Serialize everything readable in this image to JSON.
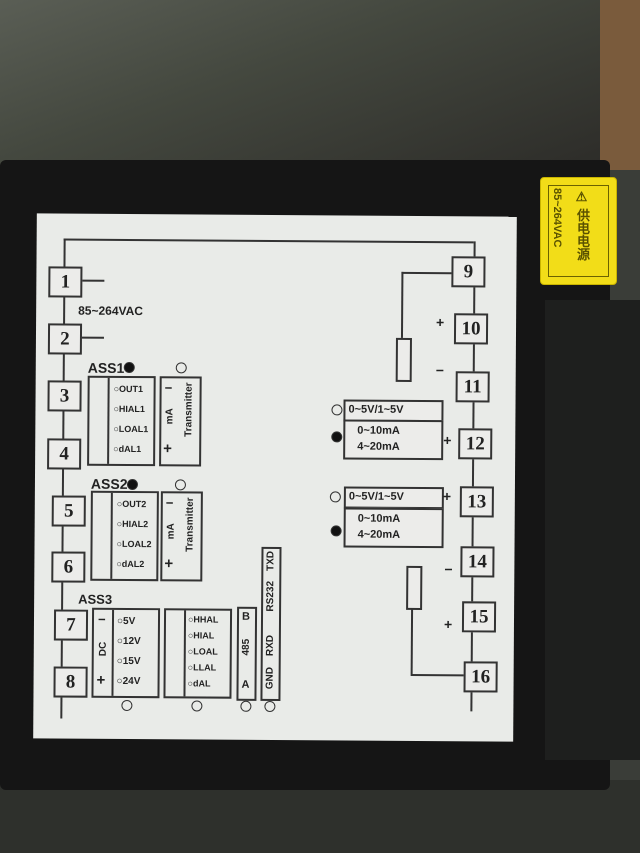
{
  "warning_label": {
    "text": "供电电源",
    "voltage": "85~264VAC"
  },
  "power": {
    "label": "85~264VAC",
    "terminals": [
      "1",
      "2"
    ]
  },
  "ass1": {
    "title": "ASS1",
    "terminals": [
      "3",
      "4"
    ],
    "options": [
      "OUT1",
      "HIAL1",
      "LOAL1",
      "dAL1"
    ],
    "transmitter": {
      "minus": "−",
      "unit": "mA",
      "plus": "+",
      "label": "Transmitter"
    }
  },
  "ass2": {
    "title": "ASS2",
    "terminals": [
      "5",
      "6"
    ],
    "options": [
      "OUT2",
      "HIAL2",
      "LOAL2",
      "dAL2"
    ],
    "transmitter": {
      "minus": "−",
      "unit": "mA",
      "plus": "+",
      "label": "Transmitter"
    }
  },
  "ass3": {
    "title": "ASS3",
    "terminals": [
      "7",
      "8"
    ],
    "dc": {
      "minus": "−",
      "label": "DC",
      "plus": "+",
      "options": [
        "5V",
        "12V",
        "15V",
        "24V"
      ]
    },
    "alarms": [
      "HHAL",
      "HIAL",
      "LOAL",
      "LLAL",
      "dAL"
    ],
    "rs485": {
      "b": "B",
      "label": "485",
      "a": "A"
    },
    "rs232": {
      "txd": "TXD",
      "rxd": "RXD",
      "gnd": "GND",
      "label": "RS232"
    }
  },
  "input1": {
    "terminals": [
      "9",
      "10",
      "11",
      "12"
    ],
    "plus": "+",
    "minus": "−",
    "voltage": "0~5V/1~5V",
    "current1": "0~10mA",
    "current2": "4~20mA"
  },
  "input2": {
    "terminals": [
      "13",
      "14",
      "15",
      "16"
    ],
    "plus": "+",
    "minus": "−",
    "voltage": "0~5V/1~5V",
    "current1": "0~10mA",
    "current2": "4~20mA"
  }
}
